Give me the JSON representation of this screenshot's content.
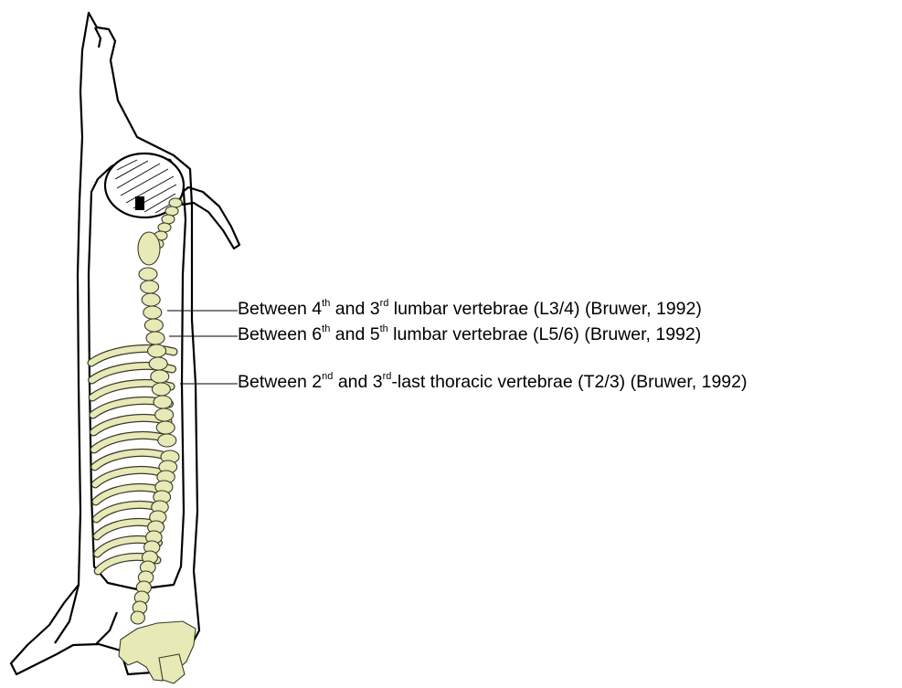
{
  "figure": {
    "subject": "carcass-illustration",
    "bone_color": "#e7e9b6",
    "outline_color": "#000000"
  },
  "labels": [
    {
      "id": "l3-4",
      "parts": [
        {
          "t": "Between 4"
        },
        {
          "t": "th",
          "sup": true
        },
        {
          "t": " and 3"
        },
        {
          "t": "rd",
          "sup": true
        },
        {
          "t": " lumbar vertebrae (L3/4) (Bruwer, 1992)"
        }
      ]
    },
    {
      "id": "l5-6",
      "parts": [
        {
          "t": "Between 6"
        },
        {
          "t": "th",
          "sup": true
        },
        {
          "t": " and 5"
        },
        {
          "t": "th",
          "sup": true
        },
        {
          "t": " lumbar vertebrae (L5/6) (Bruwer, 1992)"
        }
      ]
    },
    {
      "id": "t2-3",
      "parts": [
        {
          "t": "Between 2"
        },
        {
          "t": "nd",
          "sup": true
        },
        {
          "t": " and 3"
        },
        {
          "t": "rd",
          "sup": true
        },
        {
          "t": "-last thoracic vertebrae (T2/3) (Bruwer, 1992)"
        }
      ]
    }
  ]
}
